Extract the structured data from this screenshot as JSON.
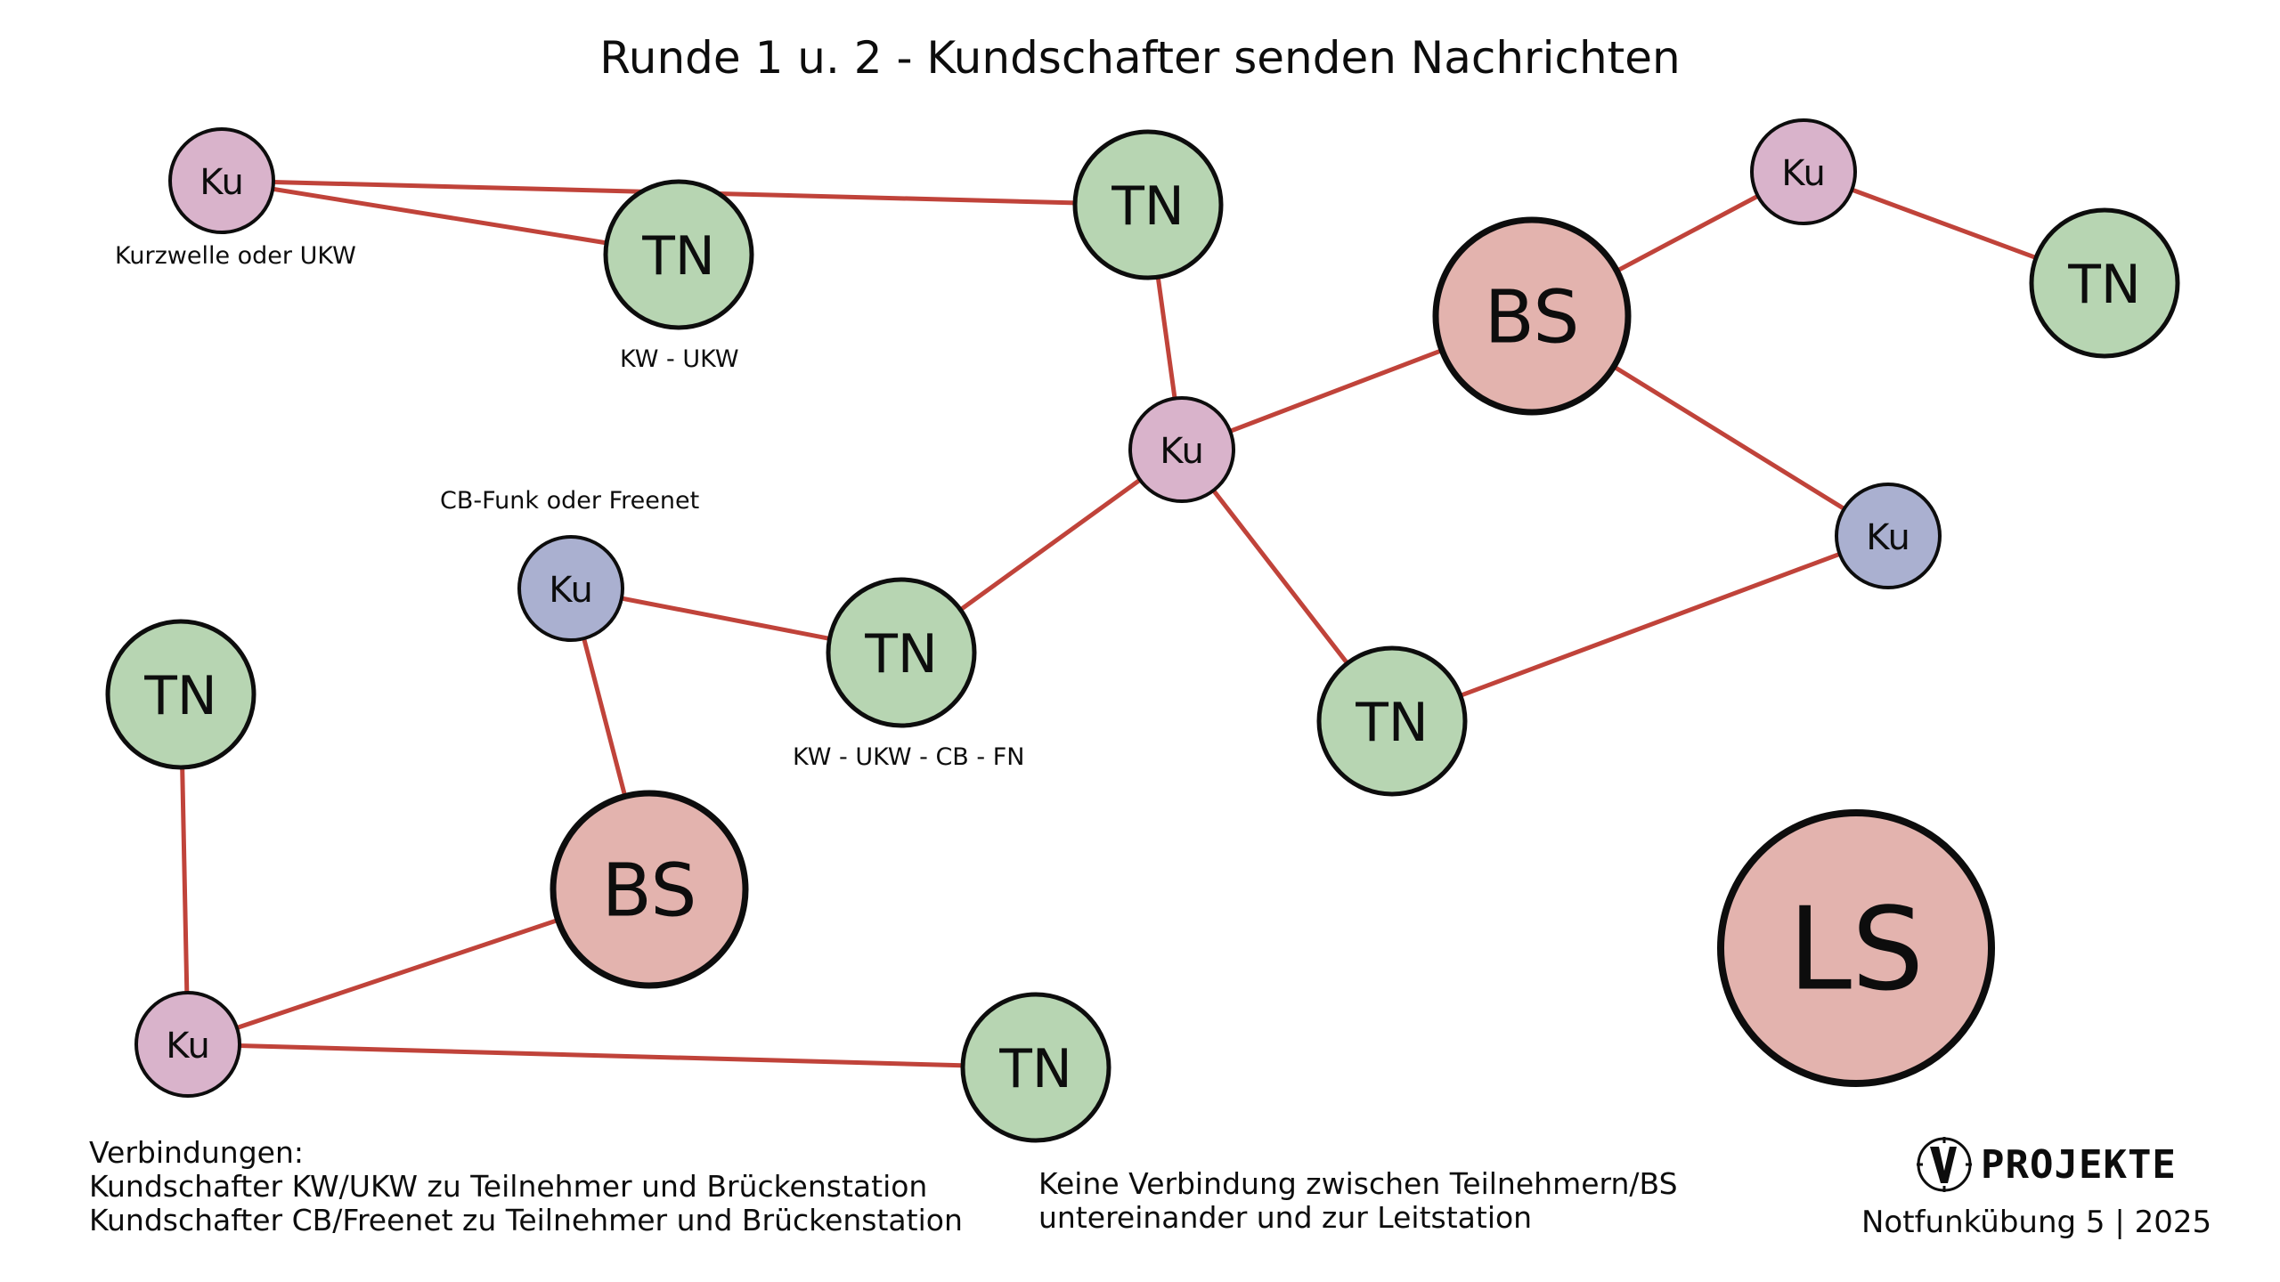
{
  "title": "Runde 1 u. 2 - Kundschafter senden Nachrichten",
  "colors": {
    "ku_kw": "#d9b3cb",
    "ku_cb": "#aab0d0",
    "tn": "#b7d5b2",
    "bs": "#e3b3ae",
    "ls": "#e3b3ae",
    "edge": "#c0433a",
    "stroke": "#0d0d0d"
  },
  "nodes": [
    {
      "id": "ku1",
      "label": "Ku",
      "type": "ku_kw"
    },
    {
      "id": "tn1",
      "label": "TN",
      "type": "tn"
    },
    {
      "id": "tn2",
      "label": "TN",
      "type": "tn"
    },
    {
      "id": "ku2",
      "label": "Ku",
      "type": "ku_kw"
    },
    {
      "id": "bs1",
      "label": "BS",
      "type": "bs"
    },
    {
      "id": "ku3",
      "label": "Ku",
      "type": "ku_kw"
    },
    {
      "id": "tn3",
      "label": "TN",
      "type": "tn"
    },
    {
      "id": "ku4",
      "label": "Ku",
      "type": "ku_cb"
    },
    {
      "id": "ku5",
      "label": "Ku",
      "type": "ku_cb"
    },
    {
      "id": "tn4",
      "label": "TN",
      "type": "tn"
    },
    {
      "id": "tn5",
      "label": "TN",
      "type": "tn"
    },
    {
      "id": "tn6",
      "label": "TN",
      "type": "tn"
    },
    {
      "id": "bs2",
      "label": "BS",
      "type": "bs"
    },
    {
      "id": "ku6",
      "label": "Ku",
      "type": "ku_kw"
    },
    {
      "id": "tn7",
      "label": "TN",
      "type": "tn"
    },
    {
      "id": "ls",
      "label": "LS",
      "type": "ls"
    }
  ],
  "edges": [
    [
      "ku1",
      "tn2"
    ],
    [
      "ku1",
      "tn1"
    ],
    [
      "tn2",
      "ku2"
    ],
    [
      "ku2",
      "bs1"
    ],
    [
      "ku2",
      "tn4"
    ],
    [
      "ku2",
      "tn5"
    ],
    [
      "bs1",
      "ku3"
    ],
    [
      "ku3",
      "tn3"
    ],
    [
      "bs1",
      "ku4"
    ],
    [
      "ku4",
      "tn5"
    ],
    [
      "ku5",
      "tn4"
    ],
    [
      "ku5",
      "bs2"
    ],
    [
      "tn6",
      "ku6"
    ],
    [
      "ku6",
      "bs2"
    ],
    [
      "ku6",
      "tn7"
    ]
  ],
  "captions": {
    "ku1": "Kurzwelle oder UKW",
    "tn1": "KW - UKW",
    "ku5": "CB-Funk oder Freenet",
    "tn4": "KW - UKW - CB - FN"
  },
  "footer": {
    "left": "Verbindungen:\nKundschafter KW/UKW zu Teilnehmer und Brückenstation\nKundschafter CB/Freenet zu Teilnehmer und Brückenstation",
    "middle": "Keine Verbindung zwischen Teilnehmern/BS\nuntereinander und zur Leitstation",
    "logo": "PROJEKTE",
    "event": "Notfunkübung 5 | 2025"
  }
}
